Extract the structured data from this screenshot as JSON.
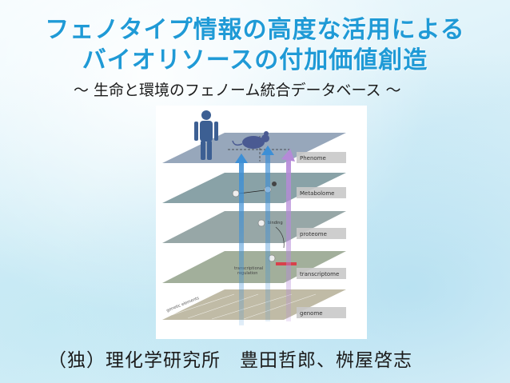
{
  "slide": {
    "title_line1": "フェノタイプ情報の高度な活用による",
    "title_line2": "バイオリソースの付加価値創造",
    "subtitle": "～ 生命と環境のフェノーム統合データベース ～",
    "author": "（独）理化学研究所　豊田哲郎、桝屋啓志"
  },
  "figure": {
    "layers": [
      {
        "label": "Phenome",
        "color": "#8ea0b5"
      },
      {
        "label": "Metabolome",
        "color": "#7f9aa0"
      },
      {
        "label": "proteome",
        "color": "#8e9fa0"
      },
      {
        "label": "transcriptome",
        "color": "#9aa892"
      },
      {
        "label": "genome",
        "color": "#b9b49c"
      }
    ],
    "annotations": {
      "binding": "binding",
      "transcriptional": "transcriptional",
      "regulation": "regulation",
      "genetic_elements": "genetic elements"
    },
    "colors": {
      "title": "#1f9ad6",
      "arrow_blue": "#3d8fd6",
      "arrow_purple": "#b58ad8",
      "human": "#3c5f93",
      "mouse": "#4a5a92"
    }
  }
}
